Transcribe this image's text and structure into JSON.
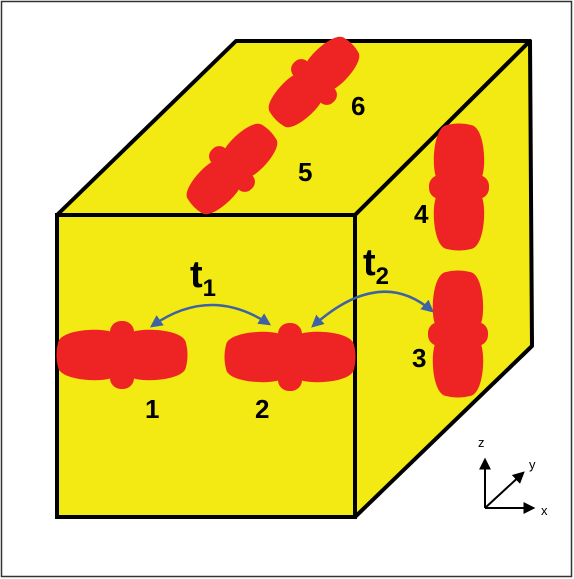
{
  "colors": {
    "face": "#f2ea12",
    "edge": "#000000",
    "orbital": "#ee2424",
    "arrow": "#3e62a4",
    "border": "#333333",
    "background": "#ffffff"
  },
  "labels": {
    "site_1": "1",
    "site_2": "2",
    "site_3": "3",
    "site_4": "4",
    "site_5": "5",
    "site_6": "6",
    "t1_base": "t",
    "t1_sub": "1",
    "t2_base": "t",
    "t2_sub": "2"
  },
  "axes": {
    "z": "z",
    "y": "y",
    "x": "x"
  }
}
